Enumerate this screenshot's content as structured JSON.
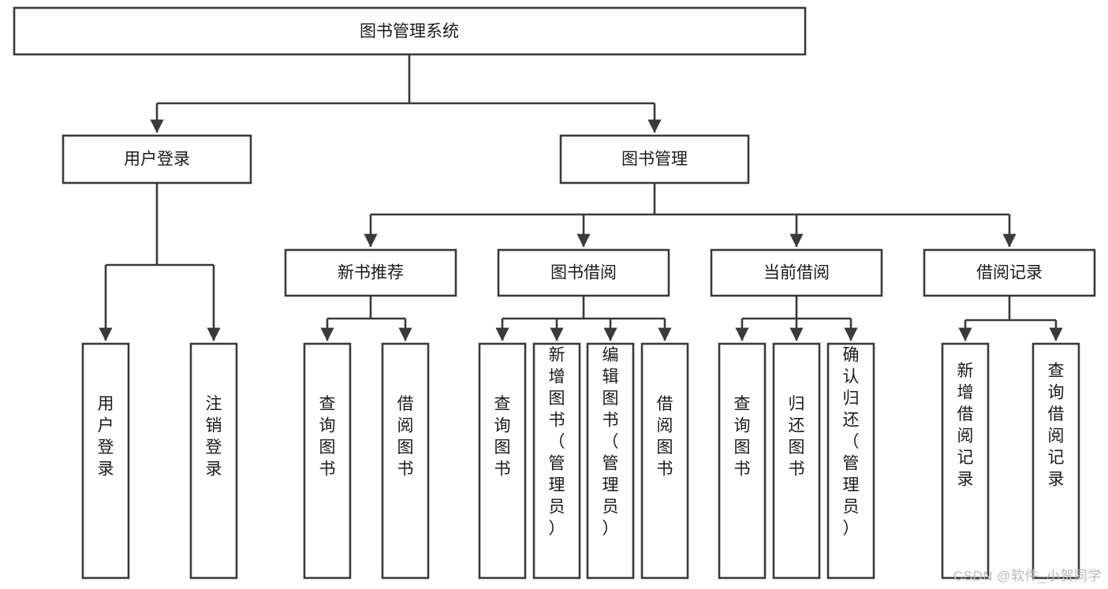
{
  "diagram": {
    "title": "图书管理系统",
    "type": "tree-hierarchy-diagram",
    "colors": {
      "stroke": "#3a3a3a",
      "fill": "#ffffff",
      "text": "#1a1a1a",
      "watermark": "#b9b9b9"
    },
    "root": {
      "label": "图书管理系统"
    },
    "level2": [
      {
        "label": "用户登录"
      },
      {
        "label": "图书管理"
      }
    ],
    "level3": [
      {
        "label": "新书推荐"
      },
      {
        "label": "图书借阅"
      },
      {
        "label": "当前借阅"
      },
      {
        "label": "借阅记录"
      }
    ],
    "leaves": {
      "user_login": [
        {
          "label": "用户登录"
        },
        {
          "label": "注销登录"
        }
      ],
      "new_book_recommend": [
        {
          "label": "查询图书"
        },
        {
          "label": "借阅图书"
        }
      ],
      "book_borrow": [
        {
          "label": "查询图书"
        },
        {
          "label": "新增图书（管理员）"
        },
        {
          "label": "编辑图书（管理员）"
        },
        {
          "label": "借阅图书"
        }
      ],
      "current_borrow": [
        {
          "label": "查询图书"
        },
        {
          "label": "归还图书"
        },
        {
          "label": "确认归还（管理员）"
        }
      ],
      "borrow_records": [
        {
          "label": "新增借阅记录"
        },
        {
          "label": "查询借阅记录"
        }
      ]
    }
  },
  "watermark": {
    "text": "CSDN @软件_小贺同学"
  }
}
